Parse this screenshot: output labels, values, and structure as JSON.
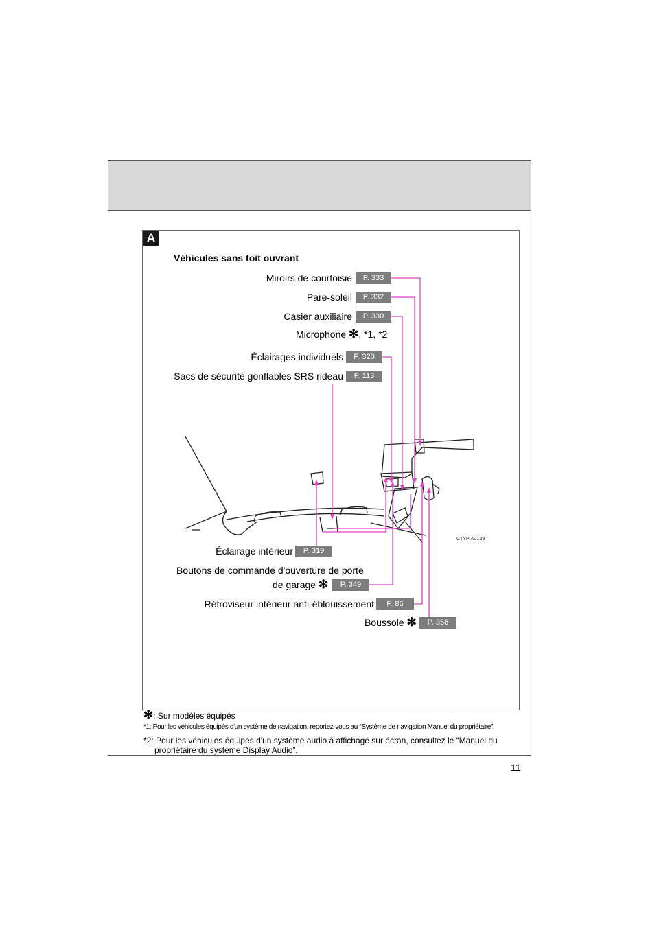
{
  "page": {
    "number": "11"
  },
  "section": {
    "badge": "A",
    "title": "Véhicules sans toit ouvrant",
    "figure_code": "CTYPIAV139"
  },
  "callouts": {
    "vanity_mirrors": {
      "label": "Miroirs de courtoisie",
      "page": "P. 333"
    },
    "sun_visors": {
      "label": "Pare-soleil",
      "page": "P. 332"
    },
    "aux_box": {
      "label": "Casier auxiliaire",
      "page": "P. 330"
    },
    "microphone": {
      "label": "Microphone",
      "refs": ", *1, *2"
    },
    "personal_lights": {
      "label": "Éclairages individuels",
      "page": "P. 320"
    },
    "curtain_airbags": {
      "label": "Sacs de sécurité gonflables SRS rideau",
      "page": "P. 113"
    },
    "interior_light": {
      "label": "Éclairage intérieur",
      "page": "P. 319"
    },
    "garage_door": {
      "label_line1": "Boutons de commande d'ouverture de porte",
      "label_line2": "de garage",
      "page": "P. 349"
    },
    "mirror": {
      "label": "Rétroviseur intérieur anti-éblouissement",
      "page": "P. 86"
    },
    "compass": {
      "label": "Boussole",
      "page": "P. 358"
    }
  },
  "footnotes": {
    "star": ": Sur modèles équipés",
    "n1_mark": "*1:",
    "n1": "Pour les véhicules équipés d'un système de navigation, reportez-vous au “Système de navigation Manuel du propriétaire”.",
    "n2_mark": "*2:",
    "n2_line1": "Pour les véhicules équipés d'un système audio à affichage sur écran, consultez le “Manuel du",
    "n2_line2": "propriétaire du système Display Audio”."
  },
  "colors": {
    "leader": "#e040c8",
    "badge_bg": "#7d7d7d",
    "header_band": "#d9d9d9"
  }
}
